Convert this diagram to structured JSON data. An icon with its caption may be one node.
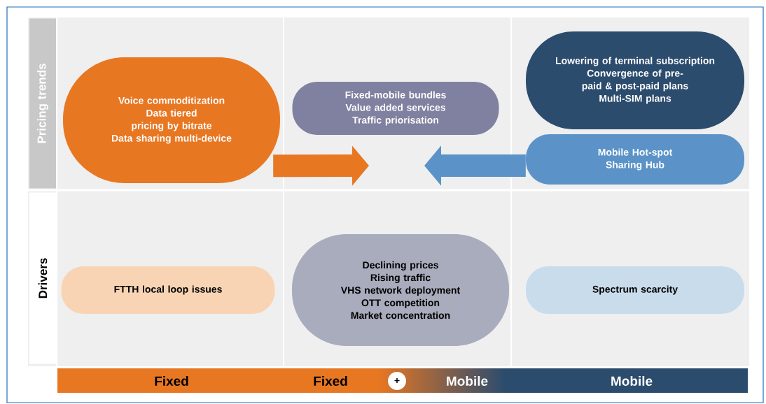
{
  "diagram": {
    "nodes": [
      {
        "text": [
          "Pricing trends"
        ]
      },
      {
        "text": [
          "Voice commoditization",
          "Data tiered pricing by bitrate",
          "Data sharing multi-device"
        ]
      },
      {
        "text": [
          "Fixed-mobile bundles",
          "Value added services",
          "Traffic priorisation"
        ]
      },
      {
        "text": [
          "Lowering of terminal subscription",
          "Convergence of pre-paid & post-paid plans",
          "Multi-SIM plans"
        ]
      },
      {
        "text": [
          "Mobile Hot-spot",
          "Sharing Hub"
        ]
      },
      {
        "text": [
          "Drivers"
        ]
      },
      {
        "text": [
          "FTTH local loop issues"
        ]
      },
      {
        "text": [
          "Declining prices",
          "Rising traffic",
          "VHS network deployment",
          "OTT competition",
          "Market concentration"
        ]
      },
      {
        "text": [
          "Spectrum scarcity"
        ]
      }
    ],
    "edges": [
      {
        "from": 1,
        "to": null,
        "arrow": "to",
        "color": "#e87722"
      },
      {
        "from": 4,
        "to": null,
        "arrow": "to",
        "color": "#5b93c8"
      }
    ],
    "labels": [
      "Fixed",
      "Fixed",
      "+",
      "Mobile",
      "Mobile"
    ]
  }
}
